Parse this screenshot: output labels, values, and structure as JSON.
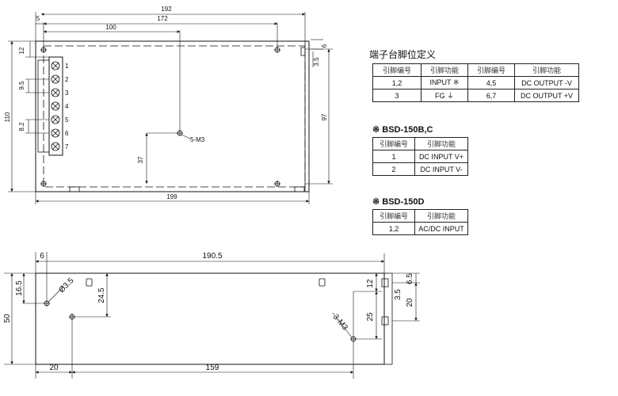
{
  "top_view": {
    "dims": {
      "overall_width": "192",
      "top_offset": "5",
      "hole_span_172": "172",
      "hole_span_100": "100",
      "right_edge_6": "6",
      "left_12": "12",
      "left_9_5": "9.5",
      "left_8_2": "8.2",
      "height_110": "110",
      "right_3_5": "3.5",
      "right_97": "97",
      "vert_37": "37",
      "bottom_199": "199"
    },
    "screw_label": "5-M3",
    "terminal_numbers": [
      "1",
      "2",
      "3",
      "4",
      "5",
      "6",
      "7"
    ]
  },
  "side_view": {
    "dims": {
      "left_6": "6",
      "overall_190_5": "190.5",
      "left_16_5": "16.5",
      "hole_dia": "Ø3.5",
      "vert_24_5": "24.5",
      "height_50": "50",
      "right_12": "12",
      "right_25": "25",
      "right_3_5": "3.5",
      "right_6_5": "6.5",
      "right_20": "20",
      "bottom_20": "20",
      "bottom_159": "159"
    },
    "screw_label": "3-M3"
  },
  "pin_table": {
    "title": "端子台脚位定义",
    "headers": [
      "引脚编号",
      "引脚功能",
      "引脚编号",
      "引脚功能"
    ],
    "rows": [
      [
        "1,2",
        "INPUT ※",
        "4,5",
        "DC OUTPUT -V"
      ],
      [
        "3",
        "FG ⏚",
        "6,7",
        "DC OUTPUT +V"
      ]
    ]
  },
  "bsd_bc": {
    "title": "※ BSD-150B,C",
    "headers": [
      "引脚编号",
      "引脚功能"
    ],
    "rows": [
      [
        "1",
        "DC INPUT V+"
      ],
      [
        "2",
        "DC INPUT V-"
      ]
    ]
  },
  "bsd_d": {
    "title": "※ BSD-150D",
    "headers": [
      "引脚编号",
      "引脚功能"
    ],
    "rows": [
      [
        "1,2",
        "AC/DC INPUT"
      ]
    ]
  }
}
